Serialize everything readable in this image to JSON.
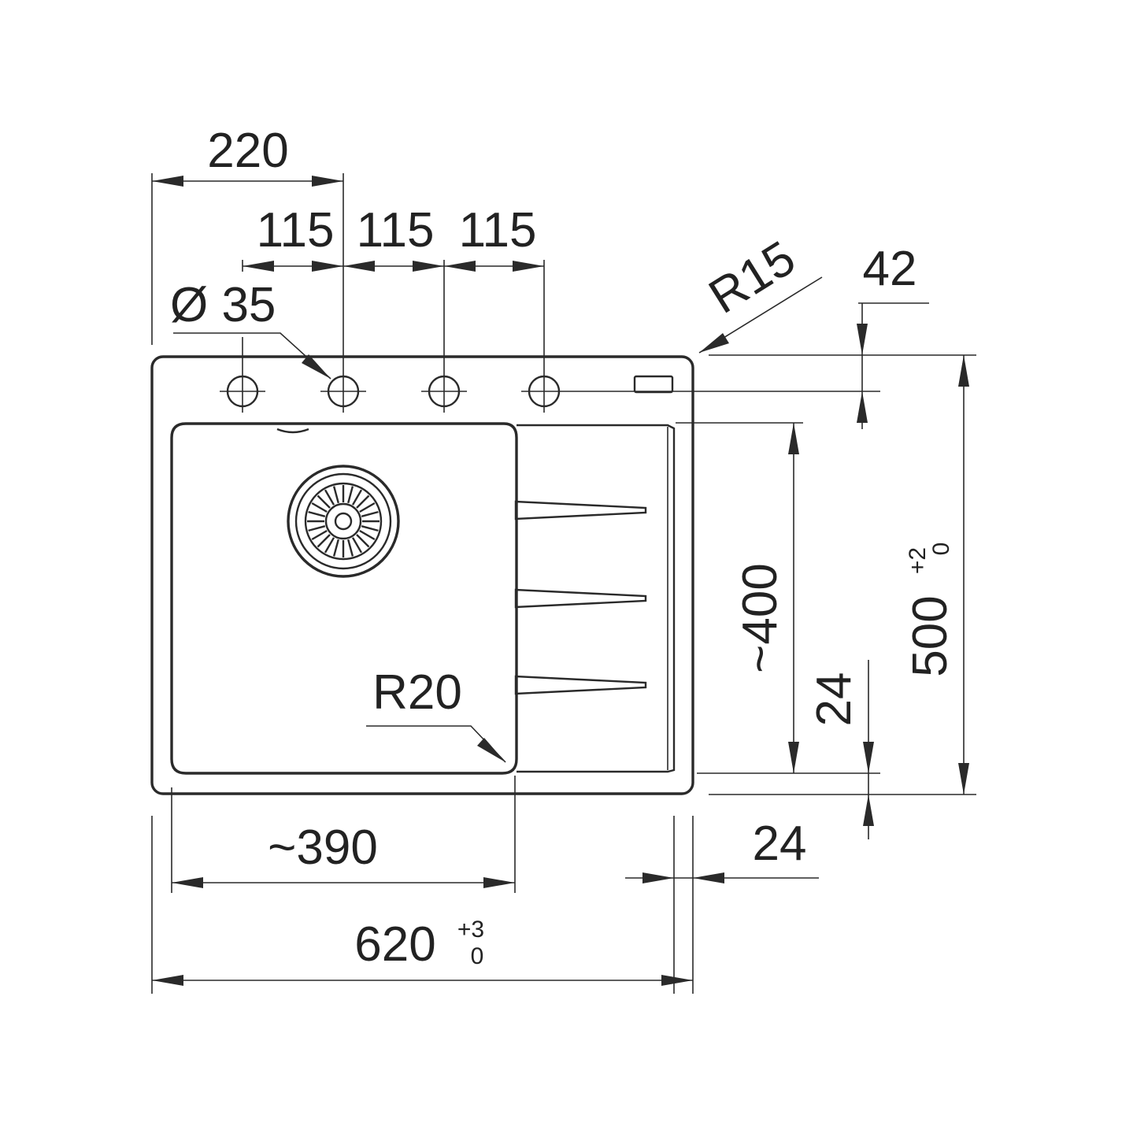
{
  "dimensions": {
    "hole_offset": "220",
    "hole_spacing_1": "115",
    "hole_spacing_2": "115",
    "hole_spacing_3": "115",
    "hole_diameter": "Ø 35",
    "corner_radius_outer": "R15",
    "edge_to_hole_row": "42",
    "bowl_depth": "~400",
    "bowl_bottom_margin": "24",
    "overall_depth": "500",
    "overall_depth_tol_upper": "+2",
    "overall_depth_tol_lower": "0",
    "bowl_corner_radius": "R20",
    "bowl_width": "~390",
    "side_margin": "24",
    "overall_width": "620",
    "overall_width_tol_upper": "+3",
    "overall_width_tol_lower": "0"
  },
  "colors": {
    "line": "#2a2a2a",
    "background": "#ffffff"
  }
}
